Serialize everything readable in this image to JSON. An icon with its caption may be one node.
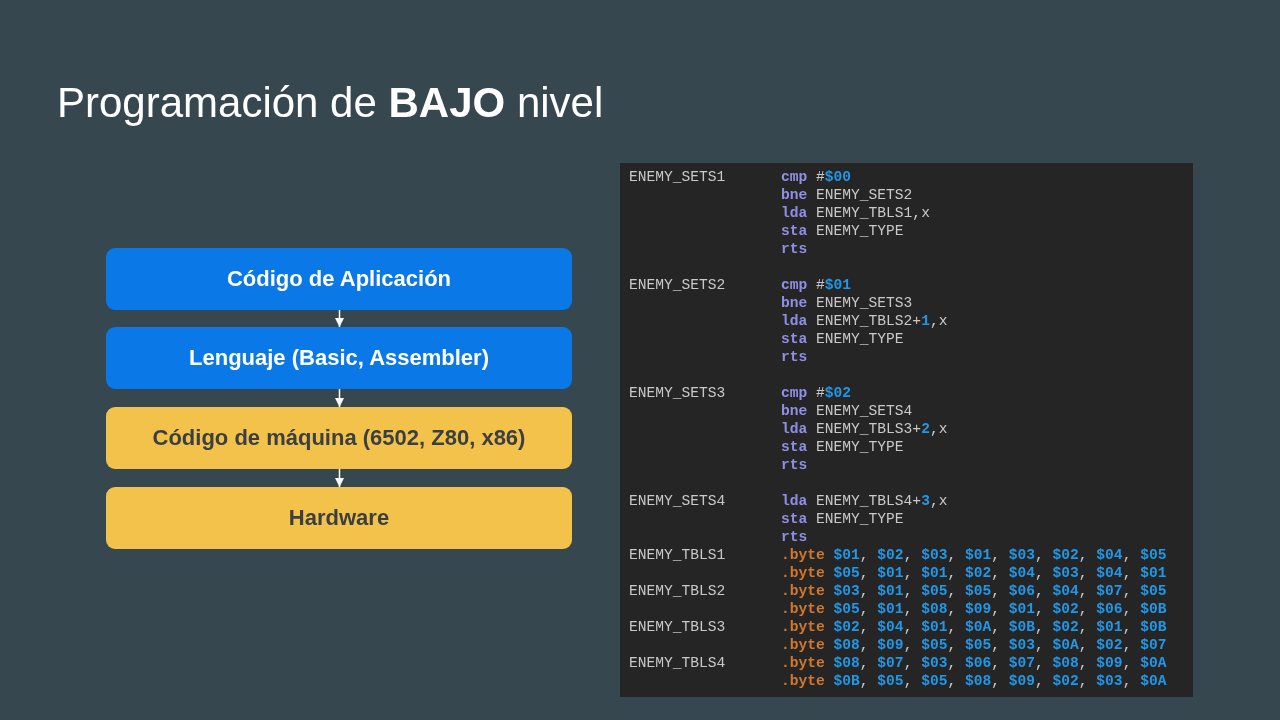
{
  "diagram": {
    "title": "Programación de **BAJO** nivel",
    "nodes": [
      {
        "text": [
          "Código de Aplicación"
        ]
      },
      {
        "text": [
          "Lenguaje (Basic, Assembler)"
        ]
      },
      {
        "text": [
          "Código de máquina (6502, Z80, x86)"
        ]
      },
      {
        "text": [
          "Hardware"
        ]
      }
    ],
    "edges": [
      {
        "from": 0,
        "to": 1,
        "arrow": "to"
      },
      {
        "from": 1,
        "to": 2,
        "arrow": "to"
      },
      {
        "from": 2,
        "to": 3,
        "arrow": "to"
      }
    ],
    "labels": [
      "ENEMY_SETS1",
      "cmp #$00",
      "bne ENEMY_SETS2",
      "lda ENEMY_TBLS1,x",
      "sta ENEMY_TYPE",
      "rts",
      "ENEMY_SETS2",
      "cmp #$01",
      "bne ENEMY_SETS3",
      "lda ENEMY_TBLS2+1,x",
      "sta ENEMY_TYPE",
      "rts",
      "ENEMY_SETS3",
      "cmp #$02",
      "bne ENEMY_SETS4",
      "lda ENEMY_TBLS3+2,x",
      "sta ENEMY_TYPE",
      "rts",
      "ENEMY_SETS4",
      "lda ENEMY_TBLS4+3,x",
      "sta ENEMY_TYPE",
      "rts",
      "ENEMY_TBLS1",
      ".byte $01, $02, $03, $01, $03, $02, $04, $05",
      ".byte $05, $01, $01, $02, $04, $03, $04, $01",
      "ENEMY_TBLS2",
      ".byte $03, $01, $05, $05, $06, $04, $07, $05",
      ".byte $05, $01, $08, $09, $01, $02, $06, $0B",
      "ENEMY_TBLS3",
      ".byte $02, $04, $01, $0A, $0B, $02, $01, $0B",
      ".byte $08, $09, $05, $05, $03, $0A, $02, $07",
      "ENEMY_TBLS4",
      ".byte $08, $07, $03, $06, $07, $08, $09, $0A",
      ".byte $0B, $05, $05, $08, $09, $02, $03, $0A"
    ]
  }
}
